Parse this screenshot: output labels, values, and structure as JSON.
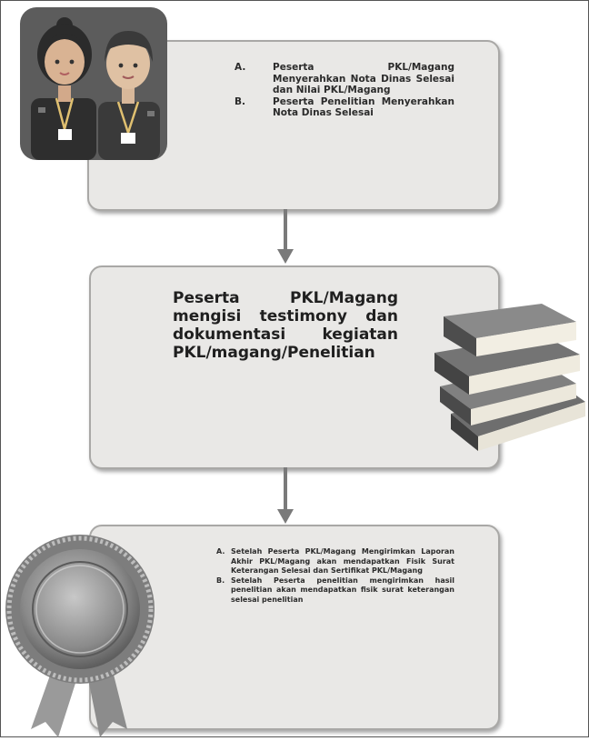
{
  "step1": {
    "items": [
      {
        "marker": "A.",
        "text": "Peserta PKL/Magang Menyerahkan Nota Dinas Selesai dan Nilai PKL/Magang"
      },
      {
        "marker": "B.",
        "text": "Peserta Penelitian Menyerahkan Nota Dinas Selesai"
      }
    ]
  },
  "step2": {
    "text": "Peserta PKL/Magang mengisi testimony dan dokumentasi kegiatan PKL/magang/Penelitian"
  },
  "step3": {
    "items": [
      {
        "marker": "A.",
        "text": "Setelah Peserta PKL/Magang Mengirimkan Laporan Akhir PKL/Magang akan mendapatkan Fisik Surat Keterangan Selesai dan Sertifikat PKL/Magang"
      },
      {
        "marker": "B.",
        "text": "Setelah Peserta penelitian mengirimkan hasil penelitian akan mendapatkan fisik surat keterangan selesai penelitian"
      }
    ]
  },
  "colors": {
    "box_fill": "#e9e8e6",
    "box_border": "#a9a8a6",
    "arrow": "#7a7a7a",
    "text": "#2b2b2b"
  }
}
